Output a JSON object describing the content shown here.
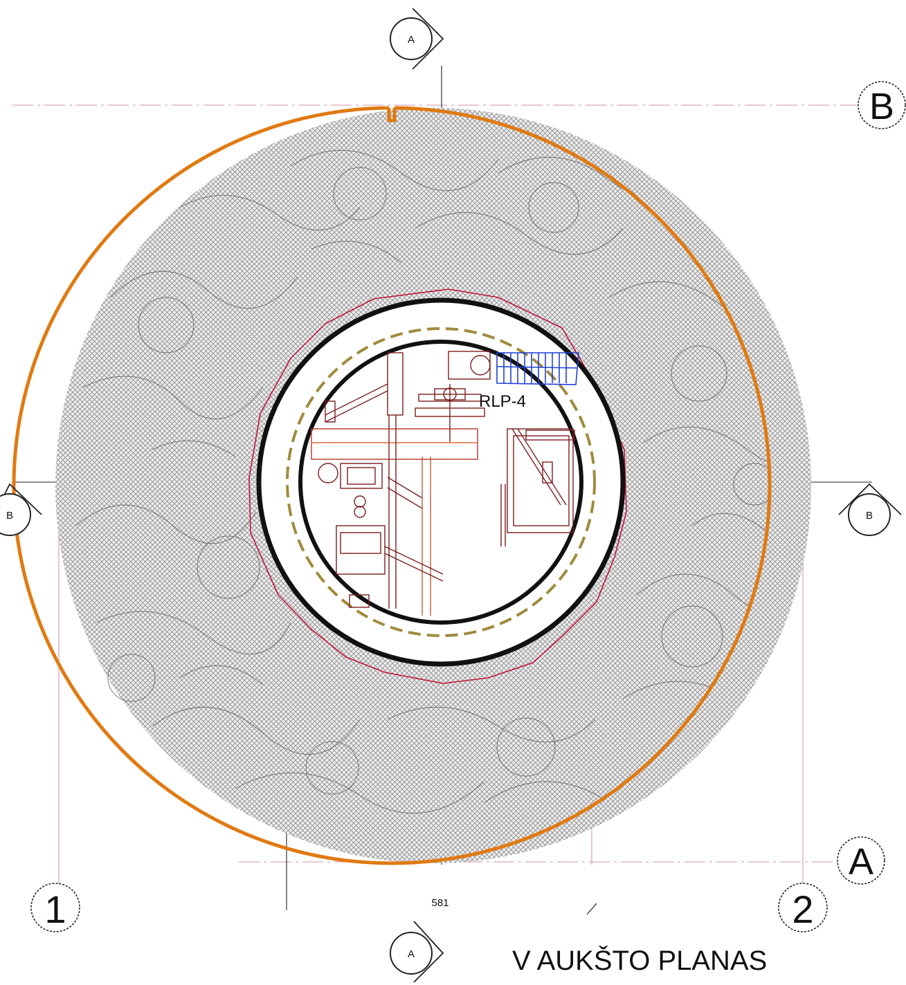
{
  "drawing": {
    "title": "V AUKŠTO PLANAS",
    "room_tag": "RLP-4",
    "dimension_note": "581"
  },
  "section_markers": {
    "top": "A",
    "bottom": "A",
    "left": "B",
    "right": "B"
  },
  "grid_bubbles": {
    "horizontal_top": "B",
    "horizontal_bottom": "A",
    "vertical_left": "1",
    "vertical_right": "2"
  },
  "colors": {
    "outer_wall": "#e07a12",
    "shaft_ring": "#111111",
    "dashed_ring": "#a08a3c",
    "red_outline": "#c4123a",
    "equipment": "#7a1d1d",
    "stair_blue": "#1f3fd4",
    "grid_line": "#d9a9b8",
    "hatch": "#9a9a9a"
  }
}
